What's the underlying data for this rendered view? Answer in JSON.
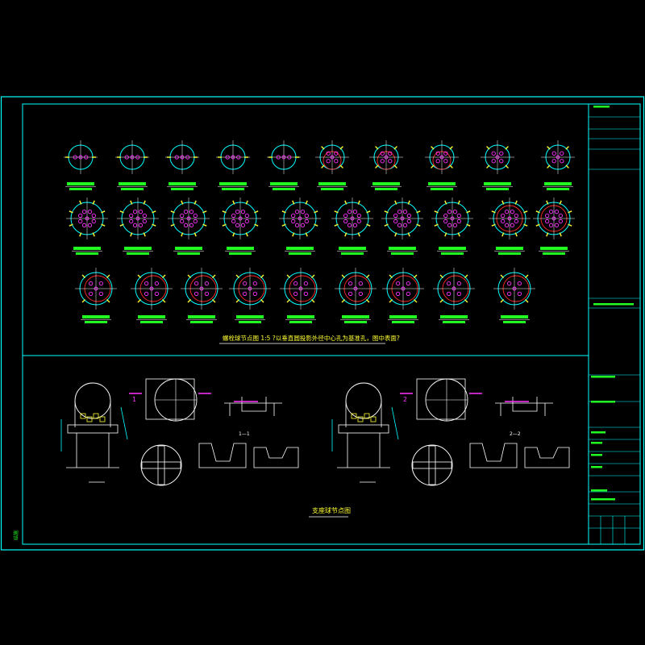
{
  "drawing": {
    "colors": {
      "background": "#000000",
      "frame": "#00ffff",
      "detail_circle": "#00ffff",
      "bolt": "#ff33ff",
      "red_ring": "#ff2a2a",
      "label": "#22ff22",
      "dimension": "#ffff33",
      "text": "#ffffff"
    },
    "grid_title": "螺栓球节点图 1:5   ?以垂直圆投影外径中心孔为基准孔，图中表面?",
    "bottom_title": "支座球节点图",
    "sheet_number": "结施",
    "grid_rows": [
      {
        "nodes": [
          "",
          "",
          "",
          "",
          "",
          "",
          "",
          "",
          "",
          ""
        ]
      },
      {
        "nodes": [
          "",
          "",
          "",
          "",
          "",
          "",
          "",
          "",
          "",
          ""
        ]
      },
      {
        "nodes": [
          "",
          "",
          "",
          "",
          "",
          "",
          "",
          "",
          ""
        ]
      }
    ],
    "support_details": [
      {
        "section_mark": "1",
        "plan_label": "",
        "section_label": "1—1"
      },
      {
        "section_mark": "2",
        "plan_label": "",
        "section_label": "2—2"
      }
    ],
    "title_block": {
      "rows": [
        "",
        "",
        "",
        "",
        "",
        "",
        "",
        "",
        "",
        "",
        "",
        "",
        "",
        ""
      ]
    }
  }
}
